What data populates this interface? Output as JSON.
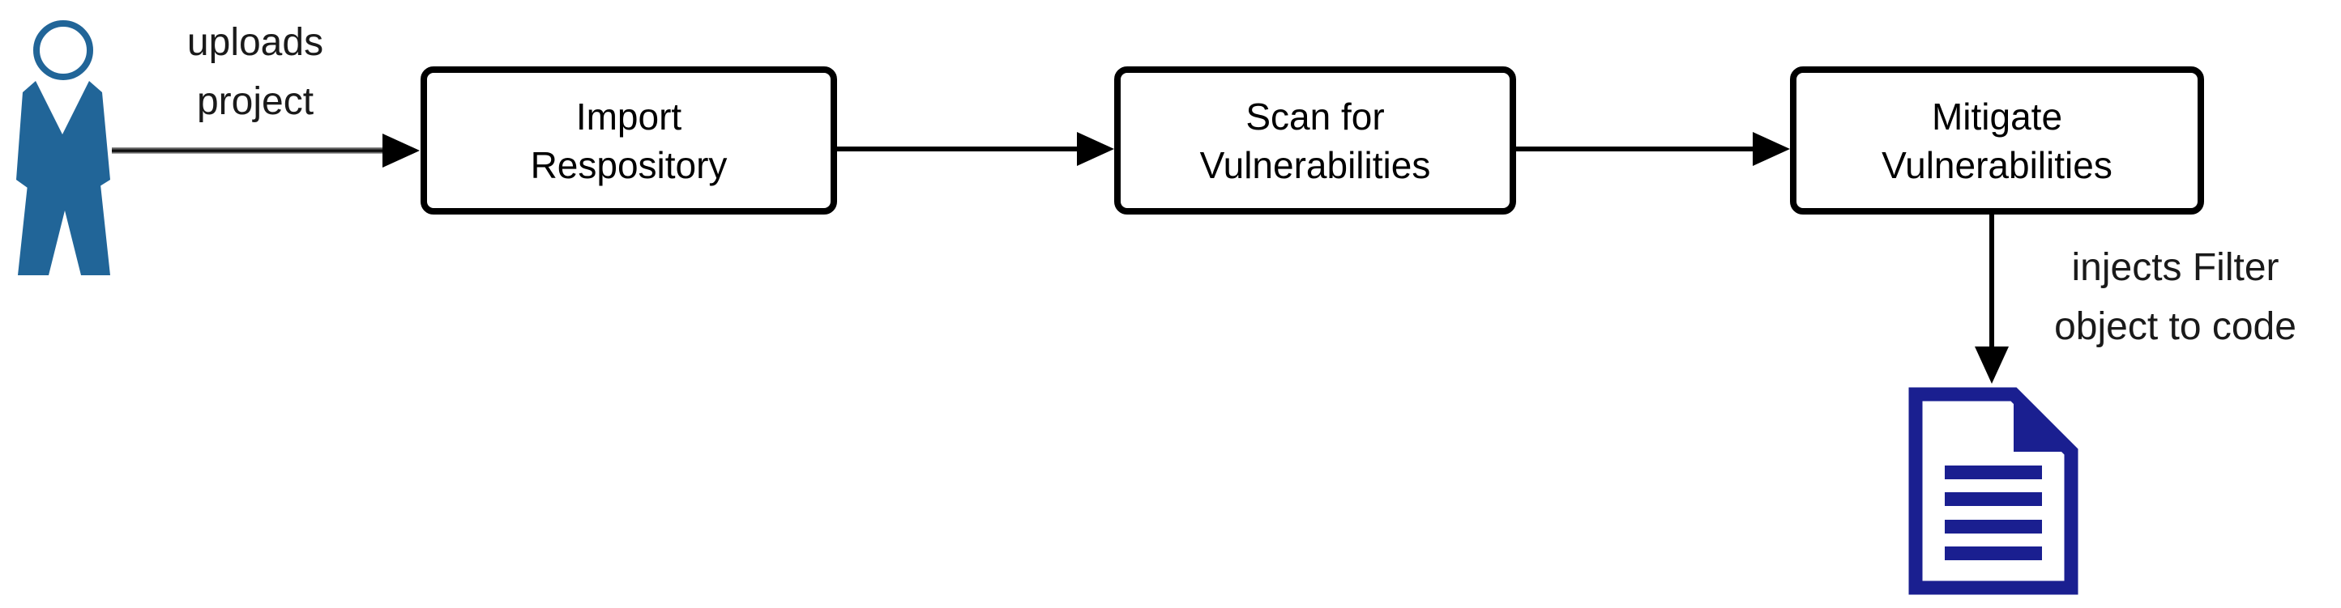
{
  "diagram": {
    "type": "flowchart",
    "actor": {
      "icon": "person-icon",
      "color": "#216598"
    },
    "nodes": {
      "import": {
        "line1": "Import",
        "line2": "Respository"
      },
      "scan": {
        "line1": "Scan for",
        "line2": "Vulnerabilities"
      },
      "mitigate": {
        "line1": "Mitigate",
        "line2": "Vulnerabilities"
      }
    },
    "edges": {
      "uploads": {
        "line1": "uploads",
        "line2": "project"
      },
      "injects": {
        "line1": "injects Filter",
        "line2": "object to code"
      }
    },
    "artifact": {
      "icon": "document-icon",
      "color": "#1a1f90"
    }
  },
  "colors": {
    "actor_blue": "#216598",
    "document_navy": "#1a1f90",
    "connector_black": "#000000",
    "label_text": "#1a1a1a",
    "node_fill": "#ffffff",
    "node_border": "#000000"
  }
}
